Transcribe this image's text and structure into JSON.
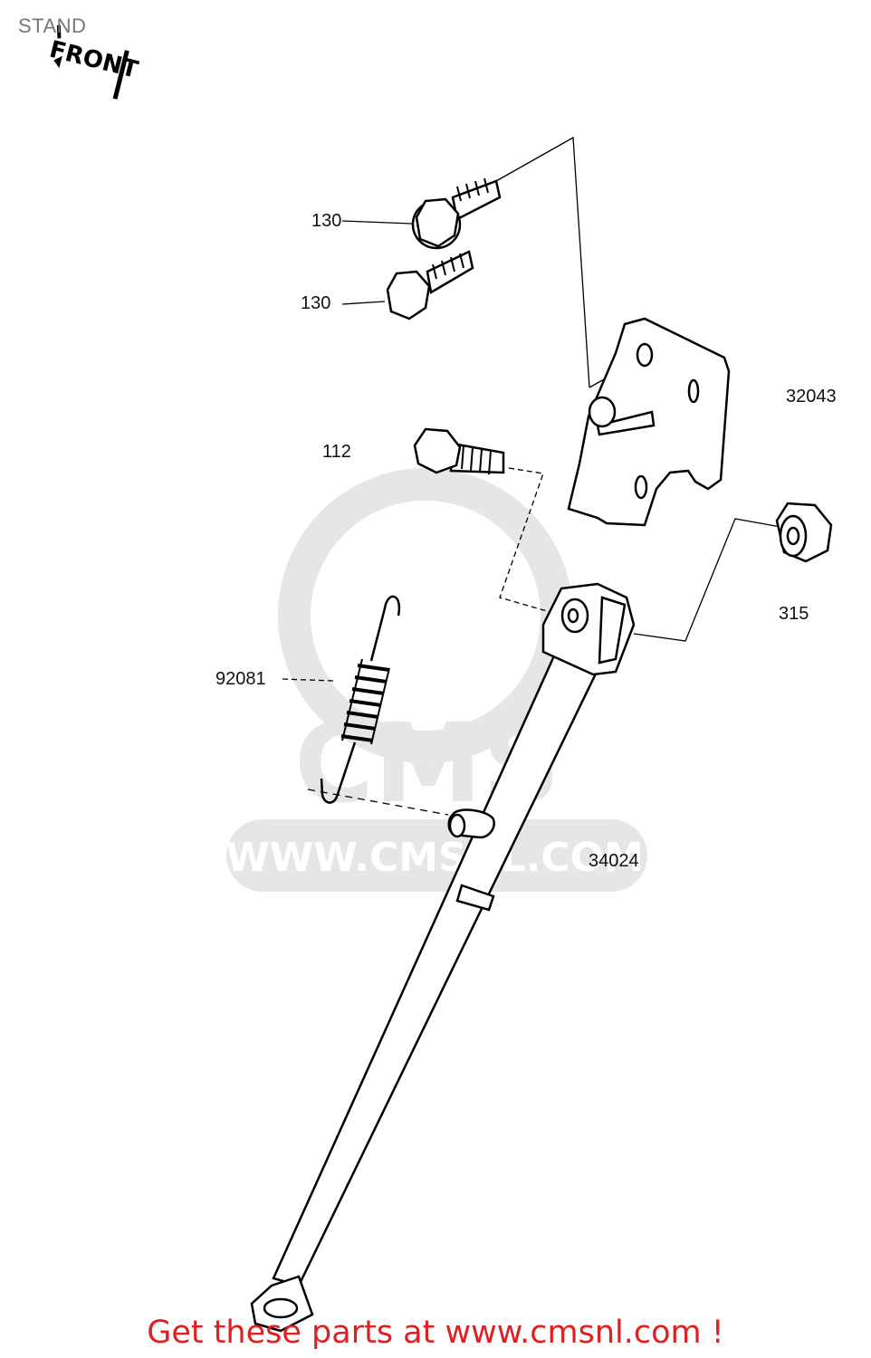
{
  "diagram": {
    "title": "STAND",
    "front_marker": "FRONT",
    "watermark": {
      "brand": "CMS",
      "url": "WWW.CMSNL.COM"
    },
    "parts": [
      {
        "id": "bolt-1",
        "label": "130"
      },
      {
        "id": "bolt-2",
        "label": "130"
      },
      {
        "id": "bracket",
        "label": "32043"
      },
      {
        "id": "pivot-bolt",
        "label": "112"
      },
      {
        "id": "nut",
        "label": "315"
      },
      {
        "id": "spring",
        "label": "92081"
      },
      {
        "id": "stand",
        "label": "34024"
      }
    ],
    "promo_text": "Get these parts at www.cmsnl.com !"
  },
  "colors": {
    "line": "#000000",
    "watermark": "#e6e6e6",
    "promo": "#e02020",
    "title": "#777777"
  }
}
